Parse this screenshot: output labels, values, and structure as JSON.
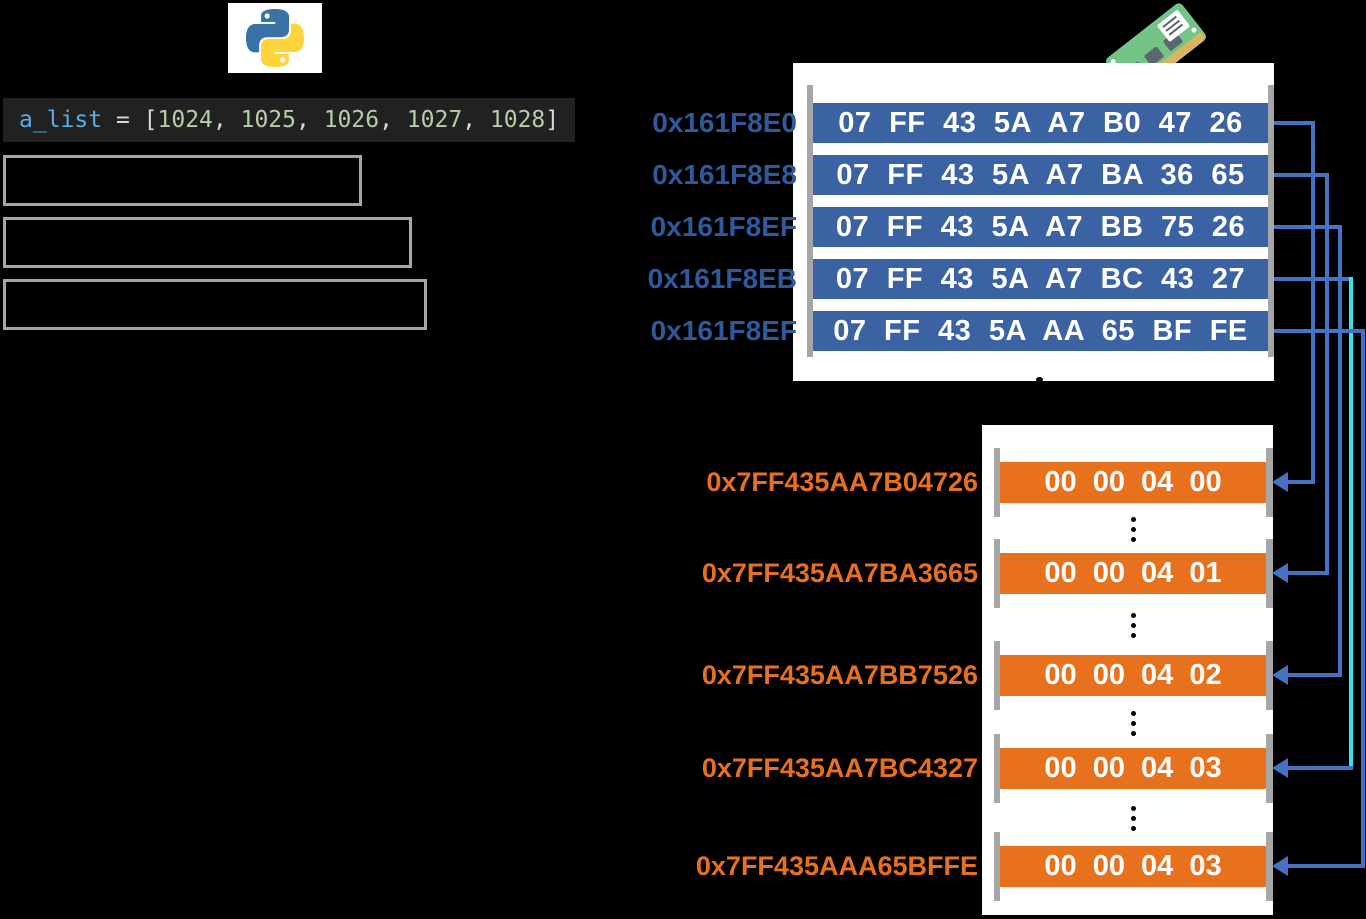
{
  "colors": {
    "background": "#000000",
    "panel_white": "#FFFFFF",
    "rail_gray": "#A6A6A6",
    "blue_row": "#3B63A4",
    "blue_text": "#2E5A9B",
    "orange_row": "#E8711E",
    "orange_text": "#E8701C",
    "arrow_blue": "#4472C4",
    "arrow_cyan": "#35E3E8",
    "code_bg": "#212121",
    "code_var": "#58AEE0",
    "code_num": "#B5CEA8",
    "code_punct": "#D8D8D8"
  },
  "icons": {
    "python_logo": "python-logo-icon",
    "ram": "ram-stick-icon"
  },
  "code": {
    "tokens": [
      {
        "text": "a_list"
      },
      {
        "text": " = "
      },
      {
        "text": "["
      },
      {
        "text": "1024"
      },
      {
        "text": ", "
      },
      {
        "text": "1025"
      },
      {
        "text": ", "
      },
      {
        "text": "1026"
      },
      {
        "text": ", "
      },
      {
        "text": "1027"
      },
      {
        "text": ", "
      },
      {
        "text": "1028"
      },
      {
        "text": "]"
      }
    ]
  },
  "pointer_memory": {
    "rows": [
      {
        "address": "0x161F8E0",
        "value": "07 FF 43 5A A7 B0 47 26"
      },
      {
        "address": "0x161F8E8",
        "value": "07 FF 43 5A A7 BA 36 65"
      },
      {
        "address": "0x161F8EF",
        "value": "07 FF 43 5A A7 BB 75 26"
      },
      {
        "address": "0x161F8EB",
        "value": "07 FF 43 5A A7 BC 43 27"
      },
      {
        "address": "0x161F8EF",
        "value": "07 FF 43 5A AA 65 BF FE"
      }
    ]
  },
  "value_memory": {
    "rows": [
      {
        "address": "0x7FF435AA7B04726",
        "value": "00 00 04 00"
      },
      {
        "address": "0x7FF435AA7BA3665",
        "value": "00 00 04 01"
      },
      {
        "address": "0x7FF435AA7BB7526",
        "value": "00 00 04 02"
      },
      {
        "address": "0x7FF435AA7BC4327",
        "value": "00 00 04 03"
      },
      {
        "address": "0x7FF435AAA65BFFE",
        "value": "00 00 04 03"
      }
    ],
    "ellipsis": "vertical-ellipsis"
  }
}
